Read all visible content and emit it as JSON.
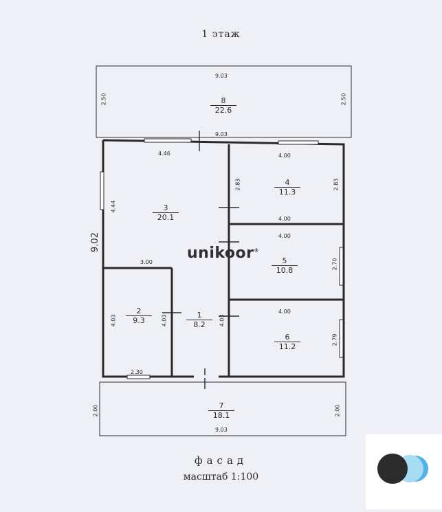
{
  "title": "1 этаж",
  "facade": "фасад",
  "scale": "масштаб 1:100",
  "logo": "unikoor",
  "logo_mark": "®",
  "dimensions": {
    "top_width": "9.03",
    "top_left": "2.50",
    "top_right": "2.50",
    "mid_width": "9.03",
    "bottom_width": "9.03",
    "bottom_left": "2.00",
    "bottom_right": "2.00",
    "total_height": "9.02",
    "room3_width": "4.46",
    "room3_height": "4.44",
    "room3_right_height": "2.83",
    "corridor_width": "3.00",
    "room2_width": "2.30",
    "room2_height": "4.03",
    "room1_left_height": "4.03",
    "room1_right_height": "4.03",
    "room4_width": "4.00",
    "room4_height": "2.83",
    "room4_bottom": "4.00",
    "room5_top": "4.00",
    "room5_height": "2.70",
    "room6_top": "4.00",
    "room6_height": "2.79"
  },
  "rooms": [
    {
      "num": "8",
      "area": "22.6"
    },
    {
      "num": "3",
      "area": "20.1"
    },
    {
      "num": "4",
      "area": "11.3"
    },
    {
      "num": "5",
      "area": "10.8"
    },
    {
      "num": "2",
      "area": "9.3"
    },
    {
      "num": "1",
      "area": "8.2"
    },
    {
      "num": "6",
      "area": "11.2"
    },
    {
      "num": "7",
      "area": "18.1"
    }
  ],
  "colors": {
    "paper": "#eef0f6",
    "line": "#2a2a2e",
    "accent_blue": "#4fb3e8",
    "badge_dark": "#2b2b2b"
  }
}
